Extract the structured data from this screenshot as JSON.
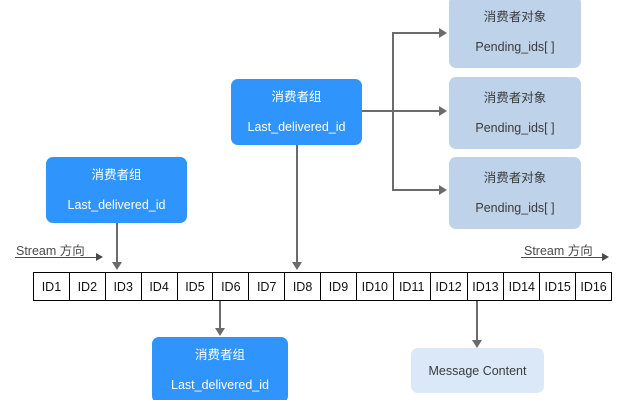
{
  "diagram": {
    "title": "Redis Stream consumer groups diagram",
    "colors": {
      "consumer_group_fill": "#2f94fb",
      "consumer_object_fill": "#bed3ea",
      "message_content_fill": "#dbe8f7",
      "connector": "#6b6b6b",
      "stream_border": "#000000"
    },
    "stream": {
      "direction_label_left": "Stream 方向",
      "direction_label_right": "Stream 方向",
      "cells": [
        "ID1",
        "ID2",
        "ID3",
        "ID4",
        "ID5",
        "ID6",
        "ID7",
        "ID8",
        "ID9",
        "ID10",
        "ID11",
        "ID12",
        "ID13",
        "ID14",
        "ID15",
        "ID16"
      ]
    },
    "consumer_groups": [
      {
        "id": "left",
        "title": "消费者组",
        "field": "Last_delivered_id"
      },
      {
        "id": "middle",
        "title": "消费者组",
        "field": "Last_delivered_id"
      },
      {
        "id": "bottom",
        "title": "消费者组",
        "field": "Last_delivered_id"
      }
    ],
    "consumer_objects": [
      {
        "id": "top",
        "title": "消费者对象",
        "field": "Pending_ids[ ]"
      },
      {
        "id": "middle",
        "title": "消费者对象",
        "field": "Pending_ids[ ]"
      },
      {
        "id": "bottom",
        "title": "消费者对象",
        "field": "Pending_ids[ ]"
      }
    ],
    "message_content": {
      "label": "Message Content"
    }
  }
}
